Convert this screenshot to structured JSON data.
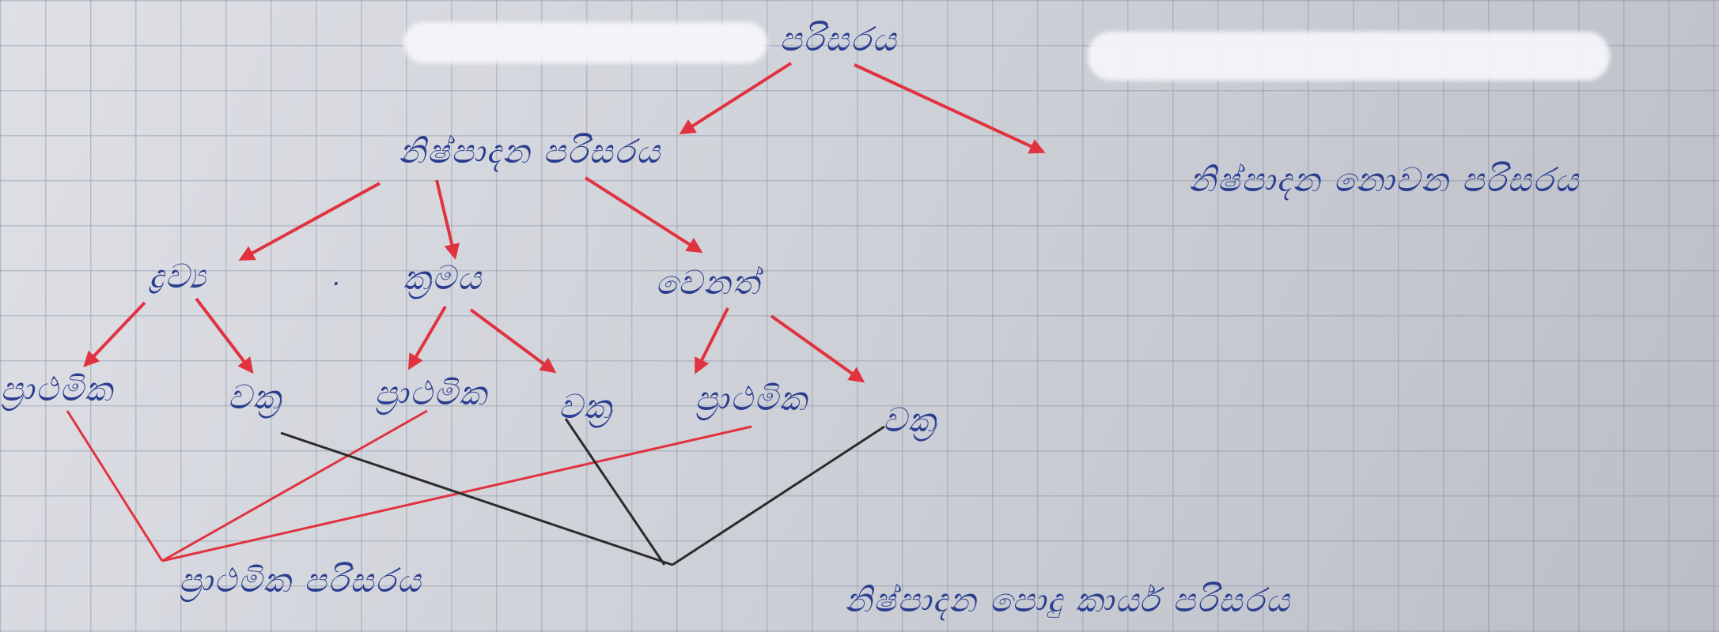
{
  "colors": {
    "ink": "#2a3d8f",
    "red_arrow": "#e0333f",
    "black_line": "#2b2b2b"
  },
  "nodes": [
    {
      "id": "root",
      "text": "පරිසරය"
    },
    {
      "id": "prod",
      "text": "නිෂ්පාදන පරිසරය"
    },
    {
      "id": "nonprod",
      "text": "නිෂ්පාදන නොවන පරිසරය"
    },
    {
      "id": "dravya",
      "text": "ද්‍රව්‍ය"
    },
    {
      "id": "kramaya",
      "text": "ක්‍රමය"
    },
    {
      "id": "venath",
      "text": "වෙනත්"
    },
    {
      "id": "a1",
      "text": "ප්‍රාථමික"
    },
    {
      "id": "b1",
      "text": "වක්‍ර"
    },
    {
      "id": "a2",
      "text": "ප්‍රාථමික"
    },
    {
      "id": "b2",
      "text": "වක්‍ර"
    },
    {
      "id": "a3",
      "text": "ප්‍රාථමික"
    },
    {
      "id": "b3",
      "text": "වක්‍ර"
    },
    {
      "id": "prathamika",
      "text": "ප්‍රාථමික පරිසරය"
    },
    {
      "id": "podu",
      "text": "නිෂ්පාදන පොදු කාර්ය පරිසරය"
    }
  ],
  "separator": "."
}
